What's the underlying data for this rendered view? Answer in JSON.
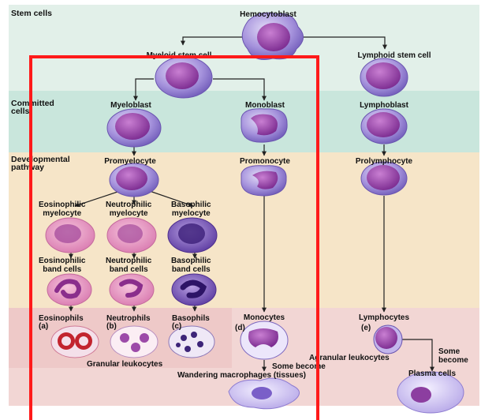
{
  "rows": {
    "stem": "Stem cells",
    "committed": "Committed\ncells",
    "developmental": "Developmental\npathway"
  },
  "cells": {
    "hemocytoblast": "Hemocytoblast",
    "myeloid_stem": "Myeloid stem cell",
    "lymphoid_stem": "Lymphoid stem cell",
    "myeloblast": "Myeloblast",
    "monoblast": "Monoblast",
    "lymphoblast": "Lymphoblast",
    "promyelocyte": "Promyelocyte",
    "promonocyte": "Promonocyte",
    "prolymphocyte": "Prolymphocyte",
    "eos_myelocyte": "Eosinophilic\nmyelocyte",
    "neu_myelocyte": "Neutrophilic\nmyelocyte",
    "bas_myelocyte": "Basophilic\nmyelocyte",
    "eos_band": "Eosinophilic\nband cells",
    "neu_band": "Neutrophilic\nband cells",
    "bas_band": "Basophilic\nband cells",
    "eosinophils": "Eosinophils",
    "neutrophils": "Neutrophils",
    "basophils": "Basophils",
    "monocytes": "Monocytes",
    "lymphocytes": "Lymphocytes",
    "plasma": "Plasma cells",
    "macrophages": "Wandering macrophages (tissues)"
  },
  "letters": {
    "a": "(a)",
    "b": "(b)",
    "c": "(c)",
    "d": "(d)",
    "e": "(e)"
  },
  "groups": {
    "granular": "Granular leukocytes",
    "agranular": "Agranular leukocytes",
    "some_become_mono": "Some become",
    "some_become_lymph": "Some\nbecome"
  },
  "colors": {
    "band_stem": "#e2f0e9",
    "band_committed": "#c9e6dc",
    "band_dev": "#f6e5c8",
    "band_mature": "#f2d6d4",
    "cell_purple": "#9a86d6",
    "nucleus": "#8e3aa2",
    "highlight": "#ff1a1a"
  }
}
